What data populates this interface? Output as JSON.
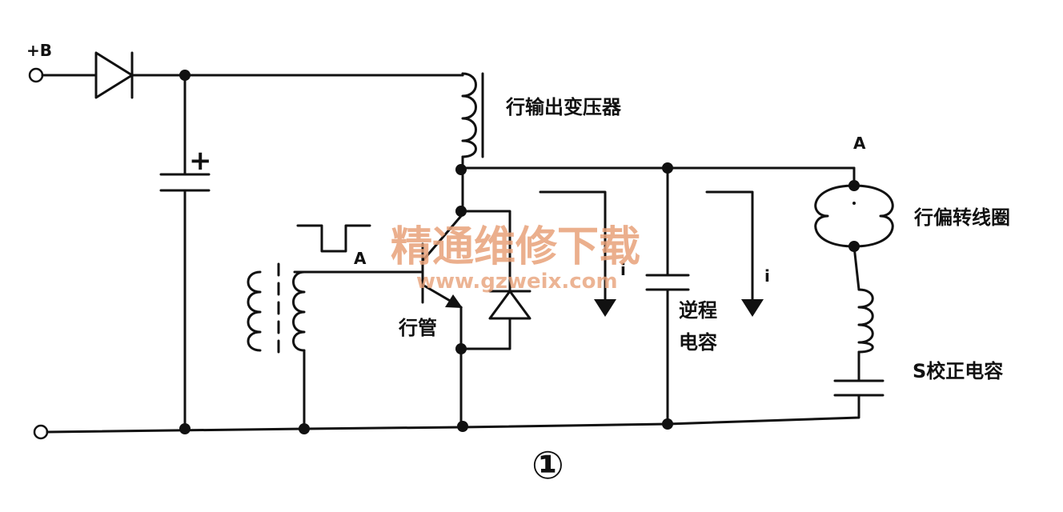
{
  "labels": {
    "supply": "+B",
    "cap_plus": "+",
    "transformer": "行输出变压器",
    "point_a_right": "A",
    "point_a_left": "A",
    "yoke": "行偏转线圈",
    "transistor": "行管",
    "current_mid": "i",
    "current_right": "i",
    "retrace_cap_line1": "逆程",
    "retrace_cap_line2": "电容",
    "s_cap": "S校正电容",
    "figure_number": "①"
  },
  "watermark": {
    "title": "精通维修下载",
    "url": "www.gzweix.com",
    "color": "#e8a27a"
  },
  "colors": {
    "ink": "#111111",
    "background": "#ffffff"
  }
}
